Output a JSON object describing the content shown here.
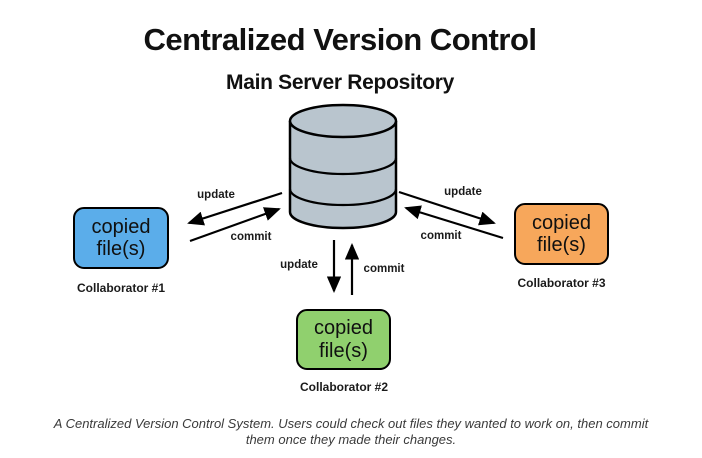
{
  "title": "Centralized Version Control",
  "subtitle": "Main Server Repository",
  "icons": {
    "database": "database-cylinder"
  },
  "boxes": {
    "collab1": {
      "line1": "copied",
      "line2": "file(s)",
      "caption": "Collaborator #1",
      "color": "#5badea"
    },
    "collab2": {
      "line1": "copied",
      "line2": "file(s)",
      "caption": "Collaborator #2",
      "color": "#90d06e"
    },
    "collab3": {
      "line1": "copied",
      "line2": "file(s)",
      "caption": "Collaborator #3",
      "color": "#f7a75b"
    }
  },
  "arrows": {
    "left": {
      "update": "update",
      "commit": "commit"
    },
    "middle": {
      "update": "update",
      "commit": "commit"
    },
    "right": {
      "update": "update",
      "commit": "commit"
    }
  },
  "colors": {
    "database": "#b9c5ce",
    "outline": "#000000",
    "caption_text": "#3a3a3a"
  },
  "caption": {
    "line1": "A Centralized Version Control System. Users could check out files they wanted to work on, then commit",
    "line2": "them once they made their changes."
  }
}
